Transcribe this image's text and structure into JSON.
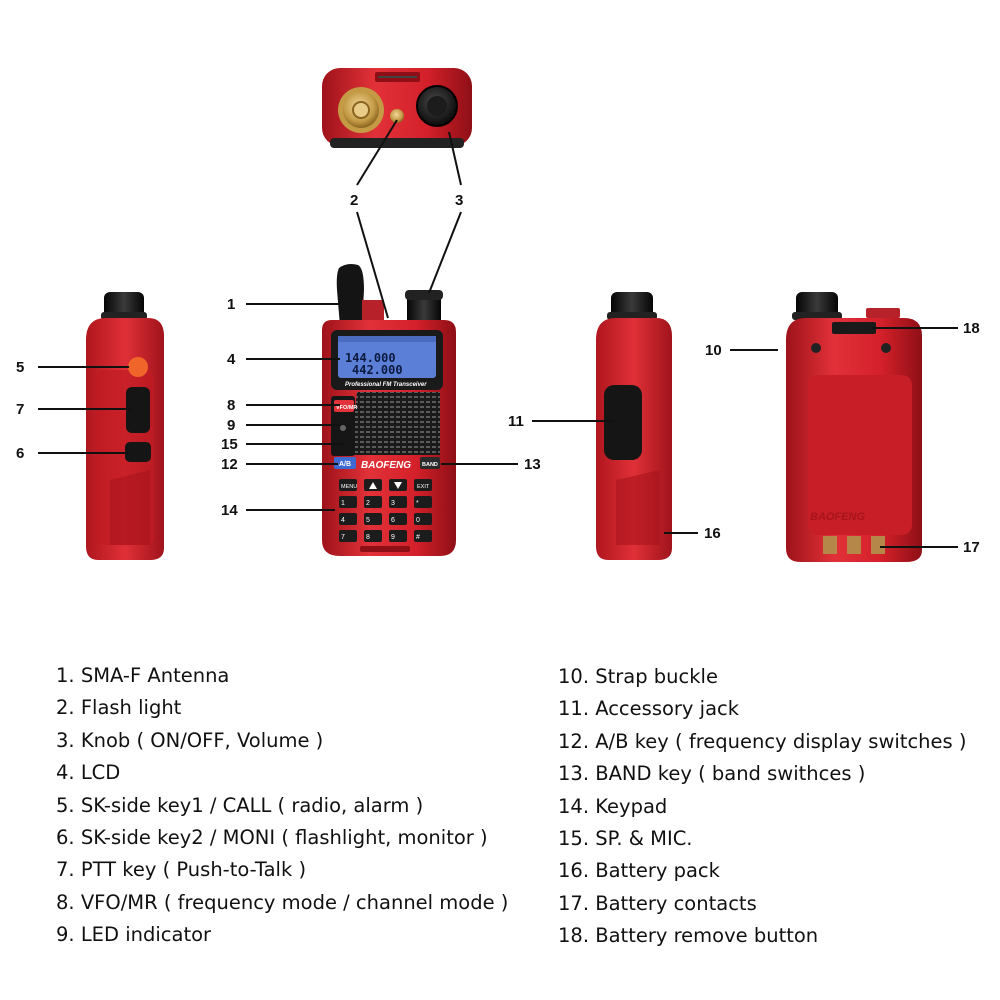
{
  "colors": {
    "body_red": "#d4202a",
    "body_red_dark": "#9e121a",
    "body_red_light": "#ea4a4f",
    "knob_black": "#1b1b1b",
    "lcd_blue": "#5b7fd6",
    "leader_line": "#111111"
  },
  "radio": {
    "lcd_line1": "144.000",
    "lcd_line2": "442.000",
    "lcd_caption": "Professional FM Transceiver",
    "brand": "BAOFENG",
    "back_brand": "BAOFENG",
    "keys": {
      "vfo_mr": "VFO/MR",
      "ab": "A/B",
      "band": "BAND",
      "menu": "MENU",
      "exit": "EXIT",
      "k1": "1",
      "k2": "2",
      "k3": "3",
      "k4": "4",
      "k5": "5",
      "k6": "6",
      "k7": "7",
      "k8": "8",
      "k9": "9",
      "kstar": "*",
      "k0": "0",
      "khash": "#"
    }
  },
  "callouts": [
    {
      "id": "c1",
      "label": "1"
    },
    {
      "id": "c2",
      "label": "2"
    },
    {
      "id": "c3",
      "label": "3"
    },
    {
      "id": "c4",
      "label": "4"
    },
    {
      "id": "c5",
      "label": "5"
    },
    {
      "id": "c6",
      "label": "6"
    },
    {
      "id": "c7",
      "label": "7"
    },
    {
      "id": "c8",
      "label": "8"
    },
    {
      "id": "c9",
      "label": "9"
    },
    {
      "id": "c10",
      "label": "10"
    },
    {
      "id": "c11",
      "label": "11"
    },
    {
      "id": "c12",
      "label": "12"
    },
    {
      "id": "c13",
      "label": "13"
    },
    {
      "id": "c14",
      "label": "14"
    },
    {
      "id": "c15",
      "label": "15"
    },
    {
      "id": "c16",
      "label": "16"
    },
    {
      "id": "c17",
      "label": "17"
    },
    {
      "id": "c18",
      "label": "18"
    }
  ],
  "legend_left": [
    {
      "num": "1.",
      "text": "SMA-F Antenna"
    },
    {
      "num": "2.",
      "text": "Flash light"
    },
    {
      "num": "3.",
      "text": "Knob ( ON/OFF, Volume )"
    },
    {
      "num": "4.",
      "text": "LCD"
    },
    {
      "num": "5.",
      "text": "SK-side key1 / CALL ( radio, alarm )"
    },
    {
      "num": "6.",
      "text": "SK-side key2 / MONI ( flashlight, monitor )"
    },
    {
      "num": "7.",
      "text": "PTT key ( Push-to-Talk )"
    },
    {
      "num": "8.",
      "text": "VFO/MR ( frequency mode / channel mode )"
    },
    {
      "num": "9.",
      "text": "LED indicator"
    }
  ],
  "legend_right": [
    {
      "num": "10.",
      "text": "Strap buckle"
    },
    {
      "num": "11.",
      "text": "Accessory jack"
    },
    {
      "num": "12.",
      "text": "A/B key ( frequency display switches )"
    },
    {
      "num": "13.",
      "text": "BAND key ( band swithces )"
    },
    {
      "num": "14.",
      "text": "Keypad"
    },
    {
      "num": "15.",
      "text": "SP. & MIC."
    },
    {
      "num": "16.",
      "text": "Battery pack"
    },
    {
      "num": "17.",
      "text": "Battery contacts"
    },
    {
      "num": "18.",
      "text": "Battery remove button"
    }
  ]
}
